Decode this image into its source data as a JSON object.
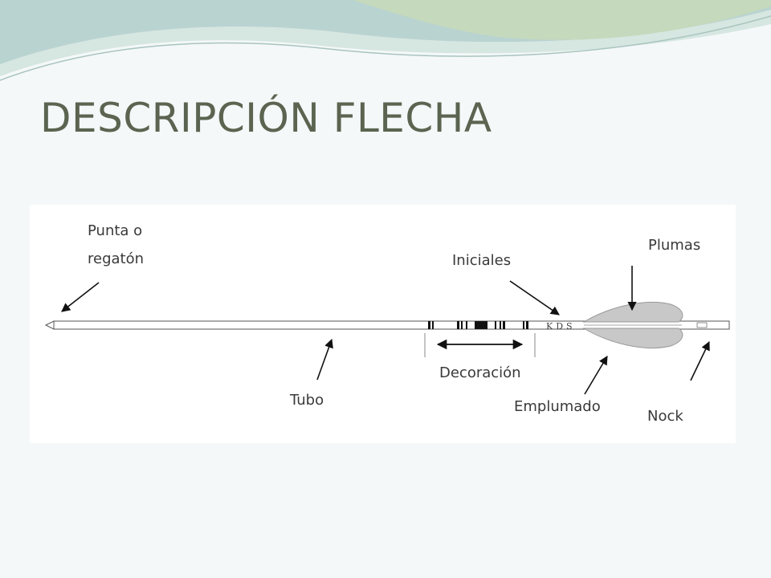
{
  "slide": {
    "title": "DESCRIPCIÓN FLECHA",
    "colors": {
      "title": "#5b6450",
      "background": "#f4f8f8",
      "swoosh_primary": "#b9d3d1",
      "swoosh_secondary": "#d6e4c9",
      "fletching": "#c8c8c8"
    }
  },
  "diagram": {
    "labels": {
      "punta_line1": "Punta o",
      "punta_line2": "regatón",
      "tubo": "Tubo",
      "decoracion": "Decoración",
      "iniciales": "Iniciales",
      "plumas": "Plumas",
      "emplumado": "Emplumado",
      "nock": "Nock"
    },
    "initials_text": "KDS"
  }
}
